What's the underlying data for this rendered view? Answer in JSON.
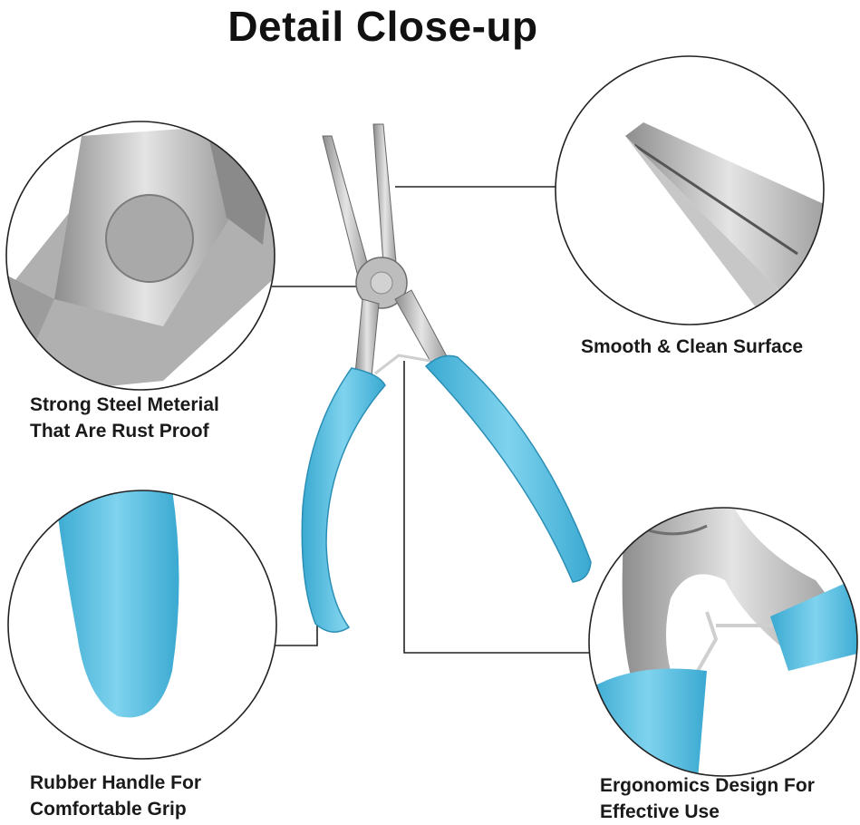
{
  "header": {
    "title": "Detail Close-up"
  },
  "callouts": [
    {
      "id": "steel",
      "lines": [
        "Strong Steel Meterial",
        "That Are Rust Proof"
      ]
    },
    {
      "id": "surface",
      "lines": [
        "Smooth & Clean Surface"
      ]
    },
    {
      "id": "handle",
      "lines": [
        "Rubber Handle For",
        "Comfortable Grip"
      ]
    },
    {
      "id": "ergonomics",
      "lines": [
        "Ergonomics Design For",
        "Effective Use"
      ]
    }
  ],
  "colors": {
    "handle": "#55bfe0",
    "handle_dark": "#2f9fc6",
    "steel": "#b9b9b9",
    "steel_dark": "#7a7a7a",
    "line": "#222222"
  }
}
